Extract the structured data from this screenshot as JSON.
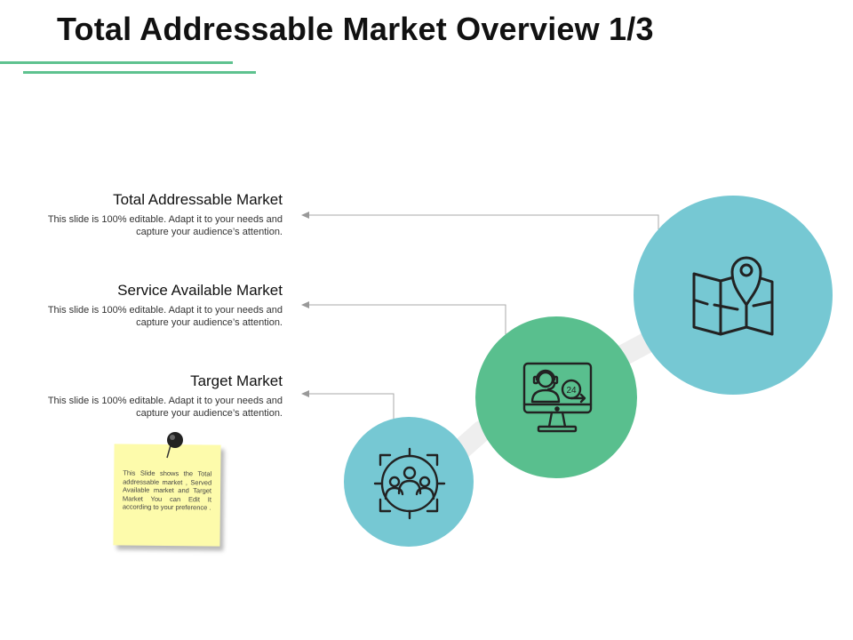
{
  "title": "Total Addressable Market Overview 1/3",
  "colors": {
    "accent_line": "#5ec28f",
    "teal": "#76c8d3",
    "green": "#59bf8e",
    "connector": "#eeeeee",
    "note": "#fdfbab"
  },
  "items": [
    {
      "heading": "Total Addressable Market",
      "description": "This slide is 100% editable. Adapt it to your needs and capture your audience’s attention.",
      "icon": "map-pin-icon"
    },
    {
      "heading": "Service Available Market",
      "description": "This slide is 100% editable. Adapt it to your needs and capture your audience’s attention.",
      "icon": "support-monitor-24-icon"
    },
    {
      "heading": "Target Market",
      "description": "This slide is 100% editable. Adapt it to your needs and capture your audience’s attention.",
      "icon": "target-group-icon"
    }
  ],
  "note": {
    "text": "This Slide shows the Total addressable market , Served Available market and Target Market You can Edit It according to your preference ."
  },
  "icons": {
    "badge_24": "24"
  }
}
